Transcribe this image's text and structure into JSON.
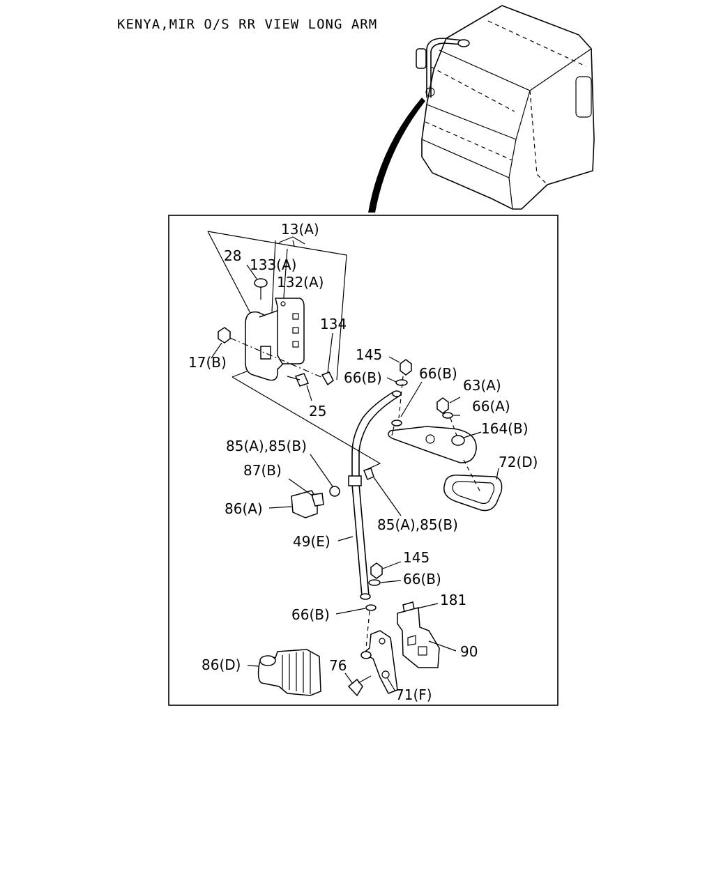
{
  "title": "KENYA,MIR O/S RR VIEW LONG ARM",
  "labels": {
    "l13a": "13(A)",
    "l28": "28",
    "l133a": "133(A)",
    "l132a": "132(A)",
    "l134": "134",
    "l17b": "17(B)",
    "l25": "25",
    "l145a": "145",
    "l66b1": "66(B)",
    "l66b2": "66(B)",
    "l63a": "63(A)",
    "l66a": "66(A)",
    "l164b": "164(B)",
    "l72d": "72(D)",
    "l85a1": "85(A),85(B)",
    "l87b": "87(B)",
    "l86a": "86(A)",
    "l85a2": "85(A),85(B)",
    "l49e": "49(E)",
    "l145b": "145",
    "l66b3": "66(B)",
    "l181": "181",
    "l66b4": "66(B)",
    "l90": "90",
    "l86d": "86(D)",
    "l76": "76",
    "l71f": "71(F)"
  }
}
